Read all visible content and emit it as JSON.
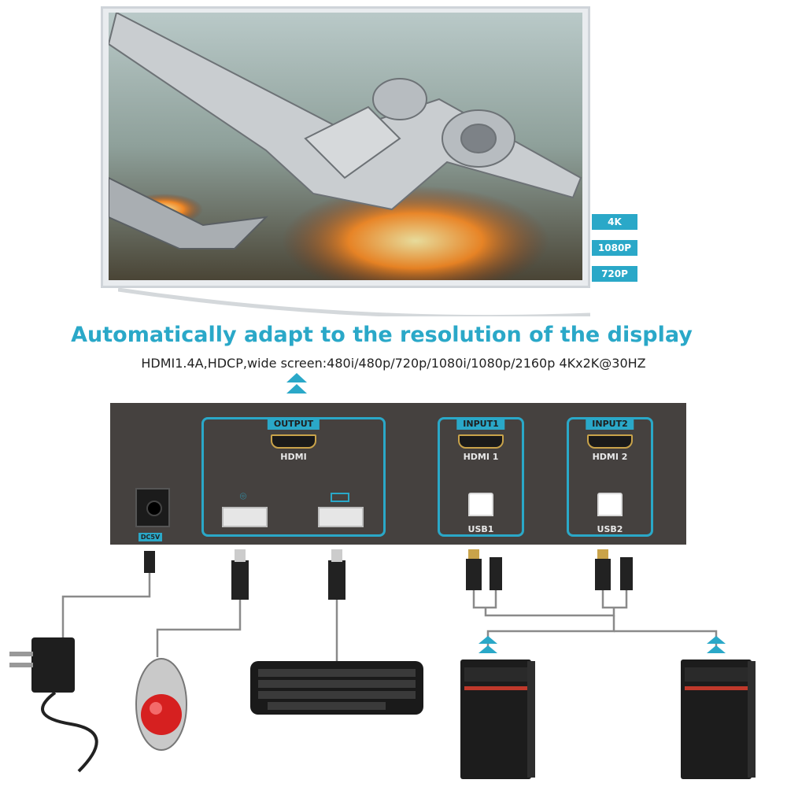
{
  "display": {
    "resolution_badges": [
      "4K",
      "1080P",
      "720P"
    ]
  },
  "headline": "Automatically adapt to the resolution of the display",
  "specs": "HDMI1.4A,HDCP,wide screen:480i/480p/720p/1080i/1080p/2160p 4Kx2K@30HZ",
  "panel": {
    "output_label": "OUTPUT",
    "output_hdmi_label": "HDMI",
    "input1_label": "INPUT1",
    "input1_hdmi_label": "HDMI 1",
    "input1_usb_label": "USB1",
    "input2_label": "INPUT2",
    "input2_hdmi_label": "HDMI 2",
    "input2_usb_label": "USB2",
    "power_label": "DC5V"
  },
  "devices": [
    "power-adapter",
    "mouse",
    "keyboard",
    "computer-1",
    "computer-2"
  ],
  "colors": {
    "accent": "#2aa8c8",
    "panel": "#45413f",
    "port_gold": "#c9a34a"
  }
}
